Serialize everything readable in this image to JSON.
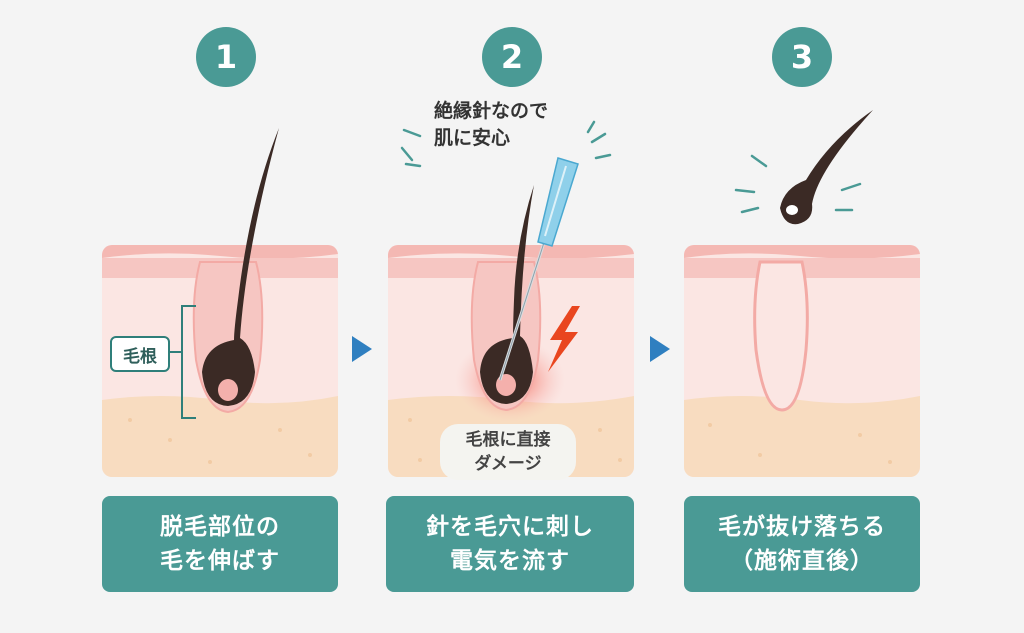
{
  "steps": [
    {
      "number": "1",
      "caption_line1": "脱毛部位の",
      "caption_line2": "毛を伸ばす",
      "label": "毛根"
    },
    {
      "number": "2",
      "caption_line1": "針を毛穴に刺し",
      "caption_line2": "電気を流す",
      "note_line1": "絶縁針なので",
      "note_line2": "肌に安心",
      "pill_line1": "毛根に直接",
      "pill_line2": "ダメージ"
    },
    {
      "number": "3",
      "caption_line1": "毛が抜け落ちる",
      "caption_line2": "（施術直後）"
    }
  ],
  "colors": {
    "teal": "#4a9a95",
    "skin_top": "#f6c6c2",
    "skin_mid": "#fbe2df",
    "fat_layer": "#f8dcc0",
    "hair": "#3b2a25",
    "arrow": "#2f7fc0",
    "spark": "#e9461f"
  }
}
